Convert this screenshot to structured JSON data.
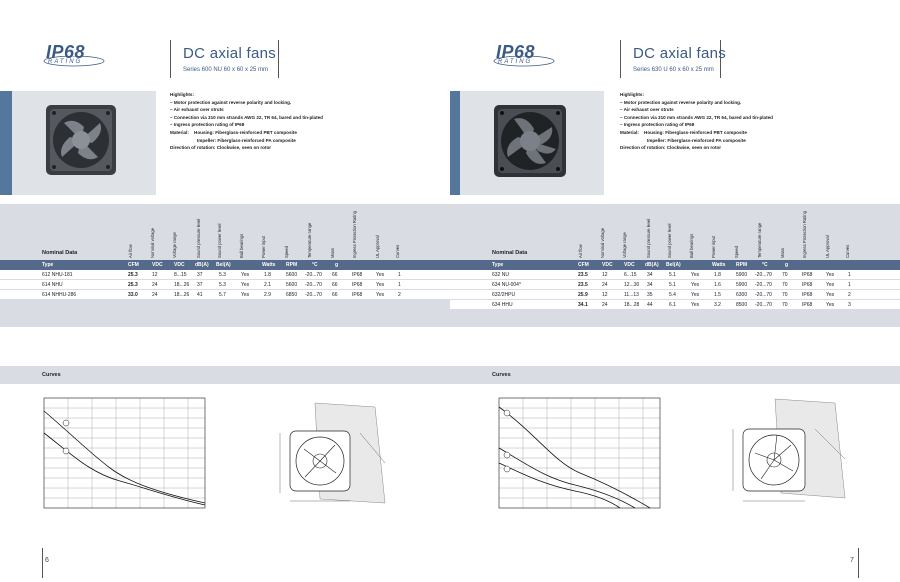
{
  "logo": {
    "ip": "IP68",
    "rating": "RATING"
  },
  "columns": [
    "Air flow",
    "Nominal voltage",
    "Voltage range",
    "Sound pressure level",
    "Sound power level",
    "Ball bearings",
    "Power input",
    "Speed",
    "Temperature range",
    "Mass",
    "Ingress Protection Rating",
    "UL Approval",
    "Curves"
  ],
  "nominal_label": "Nominal Data",
  "type_label": "Type",
  "units": [
    "CFM",
    "VDC",
    "VDC",
    "dB(A)",
    "Bel(A)",
    "",
    "Watts",
    "RPM",
    "°C",
    "g",
    "",
    "",
    ""
  ],
  "curves_label": "Curves",
  "left": {
    "title": "DC axial fans",
    "subtitle": "Series 600 NU  60 x 60 x 25 mm",
    "highlights": {
      "header": "Highlights:",
      "lines": [
        "– Motor protection against reverse polarity and locking.",
        "– Air exhaust over struts",
        "– Connection via 310 mm strands AWG 22, TR 64, bared and tin-plated",
        "– Ingress protection rating of IP68"
      ],
      "material_label": "Material:",
      "material_1": "Housing: Fiberglass-reinforced PBT composite",
      "material_2": "Impeller: Fiberglass-reinforced PA composite",
      "rotation": "Direction of rotation: Clockwise, seen on rotor"
    },
    "rows": [
      [
        "612 NHU-181",
        "25.3",
        "12",
        "8...15",
        "37",
        "5.3",
        "Yes",
        "1.8",
        "5600",
        "-20...70",
        "66",
        "IP68",
        "Yes",
        "1"
      ],
      [
        "614 NHU",
        "25.3",
        "24",
        "18...26",
        "37",
        "5.3",
        "Yes",
        "2.1",
        "5600",
        "-20...70",
        "66",
        "IP68",
        "Yes",
        "1"
      ],
      [
        "614 NHHU-286",
        "33.0",
        "24",
        "18...26",
        "41",
        "5.7",
        "Yes",
        "2.9",
        "6850",
        "-20...70",
        "66",
        "IP68",
        "Yes",
        "2"
      ]
    ],
    "page": "6"
  },
  "right": {
    "title": "DC axial fans",
    "subtitle": "Series 630 U  60 x 60 x 25 mm",
    "highlights": {
      "header": "Highlights:",
      "lines": [
        "– Motor protection against reverse polarity and locking.",
        "– Air exhaust over struts",
        "– Connection via 310 mm strands AWG 22, TR 64, bared and tin-plated",
        "– Ingress protection rating of IP68"
      ],
      "material_label": "Material:",
      "material_1": "Housing: Fiberglass-reinforced PBT composite",
      "material_2": "Impeller: Fiberglass-reinforced PA composite",
      "rotation": "Direction of rotation: Clockwise, seen on rotor"
    },
    "rows": [
      [
        "632 NU",
        "23.5",
        "12",
        "6...15",
        "34",
        "5.1",
        "Yes",
        "1.8",
        "5900",
        "-20...70",
        "70",
        "IP68",
        "Yes",
        "1"
      ],
      [
        "634 NU-004*",
        "23.5",
        "24",
        "12...30",
        "34",
        "5.1",
        "Yes",
        "1.6",
        "5900",
        "-20...70",
        "70",
        "IP68",
        "Yes",
        "1"
      ],
      [
        "632/2HPU",
        "25.9",
        "12",
        "11...13",
        "35",
        "5.4",
        "Yes",
        "1.5",
        "6300",
        "-20...70",
        "70",
        "IP68",
        "Yes",
        "2"
      ],
      [
        "634 HHU",
        "34.1",
        "24",
        "18...28",
        "44",
        "6.1",
        "Yes",
        "3.2",
        "8500",
        "-20...70",
        "70",
        "IP68",
        "Yes",
        "3"
      ]
    ],
    "page": "7"
  }
}
